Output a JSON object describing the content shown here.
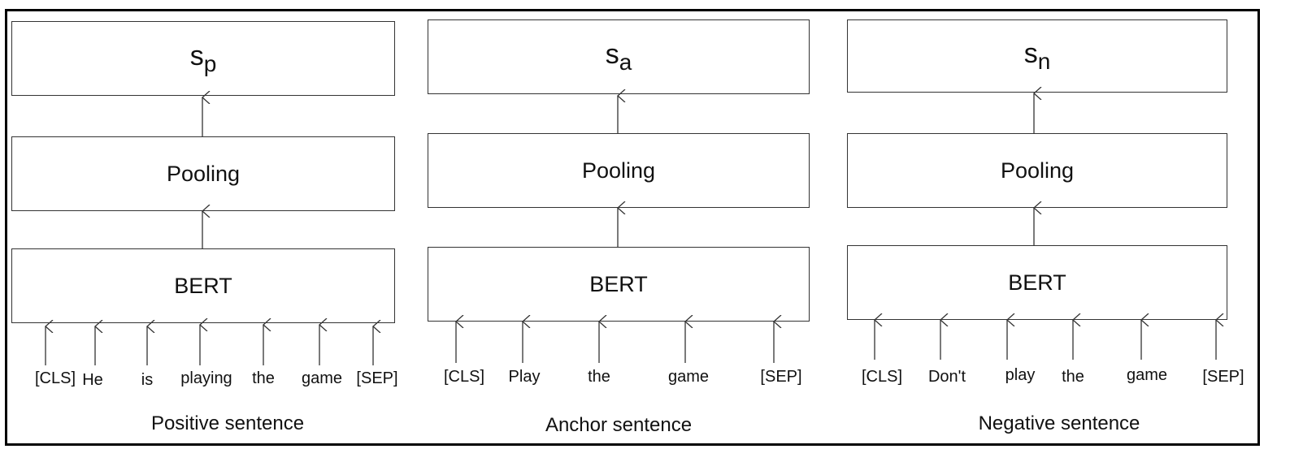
{
  "columns": [
    {
      "embedding": {
        "symbol": "s",
        "subscript": "p"
      },
      "pooling_label": "Pooling",
      "encoder_label": "BERT",
      "tokens": [
        "[CLS]",
        "He",
        "is",
        "playing",
        "the",
        "game",
        "[SEP]"
      ],
      "caption": "Positive sentence"
    },
    {
      "embedding": {
        "symbol": "s",
        "subscript": "a"
      },
      "pooling_label": "Pooling",
      "encoder_label": "BERT",
      "tokens": [
        "[CLS]",
        "Play",
        "the",
        "game",
        "[SEP]"
      ],
      "caption": "Anchor sentence"
    },
    {
      "embedding": {
        "symbol": "s",
        "subscript": "n"
      },
      "pooling_label": "Pooling",
      "encoder_label": "BERT",
      "tokens": [
        "[CLS]",
        "Don't",
        "play",
        "the",
        "game",
        "[SEP]"
      ],
      "caption": "Negative sentence"
    }
  ]
}
